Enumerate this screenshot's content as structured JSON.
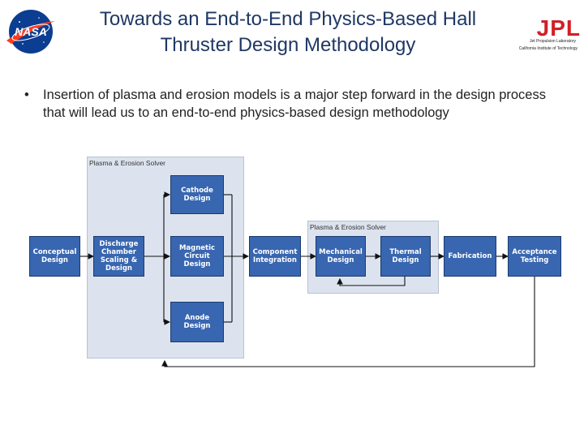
{
  "header": {
    "title": "Towards an End-to-End Physics-Based Hall Thruster Design Methodology",
    "nasa_logo_text": "NASA",
    "jpl_logo_text": "JPL",
    "jpl_line1": "Jet Propulsion Laboratory",
    "jpl_line2": "California Institute of Technology"
  },
  "body": {
    "bullet": "•",
    "text": "Insertion of plasma and erosion models is a major step forward in the design process that will lead us to an end-to-end physics-based design methodology"
  },
  "diagram": {
    "regions": {
      "left_solver": "Plasma & Erosion Solver",
      "right_solver": "Plasma & Erosion Solver"
    },
    "boxes": {
      "conceptual": "Conceptual\nDesign",
      "discharge": "Discharge\nChamber\nScaling &\nDesign",
      "cathode": "Cathode\nDesign",
      "magnetic": "Magnetic\nCircuit\nDesign",
      "anode": "Anode\nDesign",
      "component": "Component\nIntegration",
      "mechanical": "Mechanical\nDesign",
      "thermal": "Thermal\nDesign",
      "fabrication": "Fabrication",
      "acceptance": "Acceptance\nTesting"
    },
    "colors": {
      "box_fill": "#3866b0",
      "region_fill": "#dde3ee"
    }
  }
}
